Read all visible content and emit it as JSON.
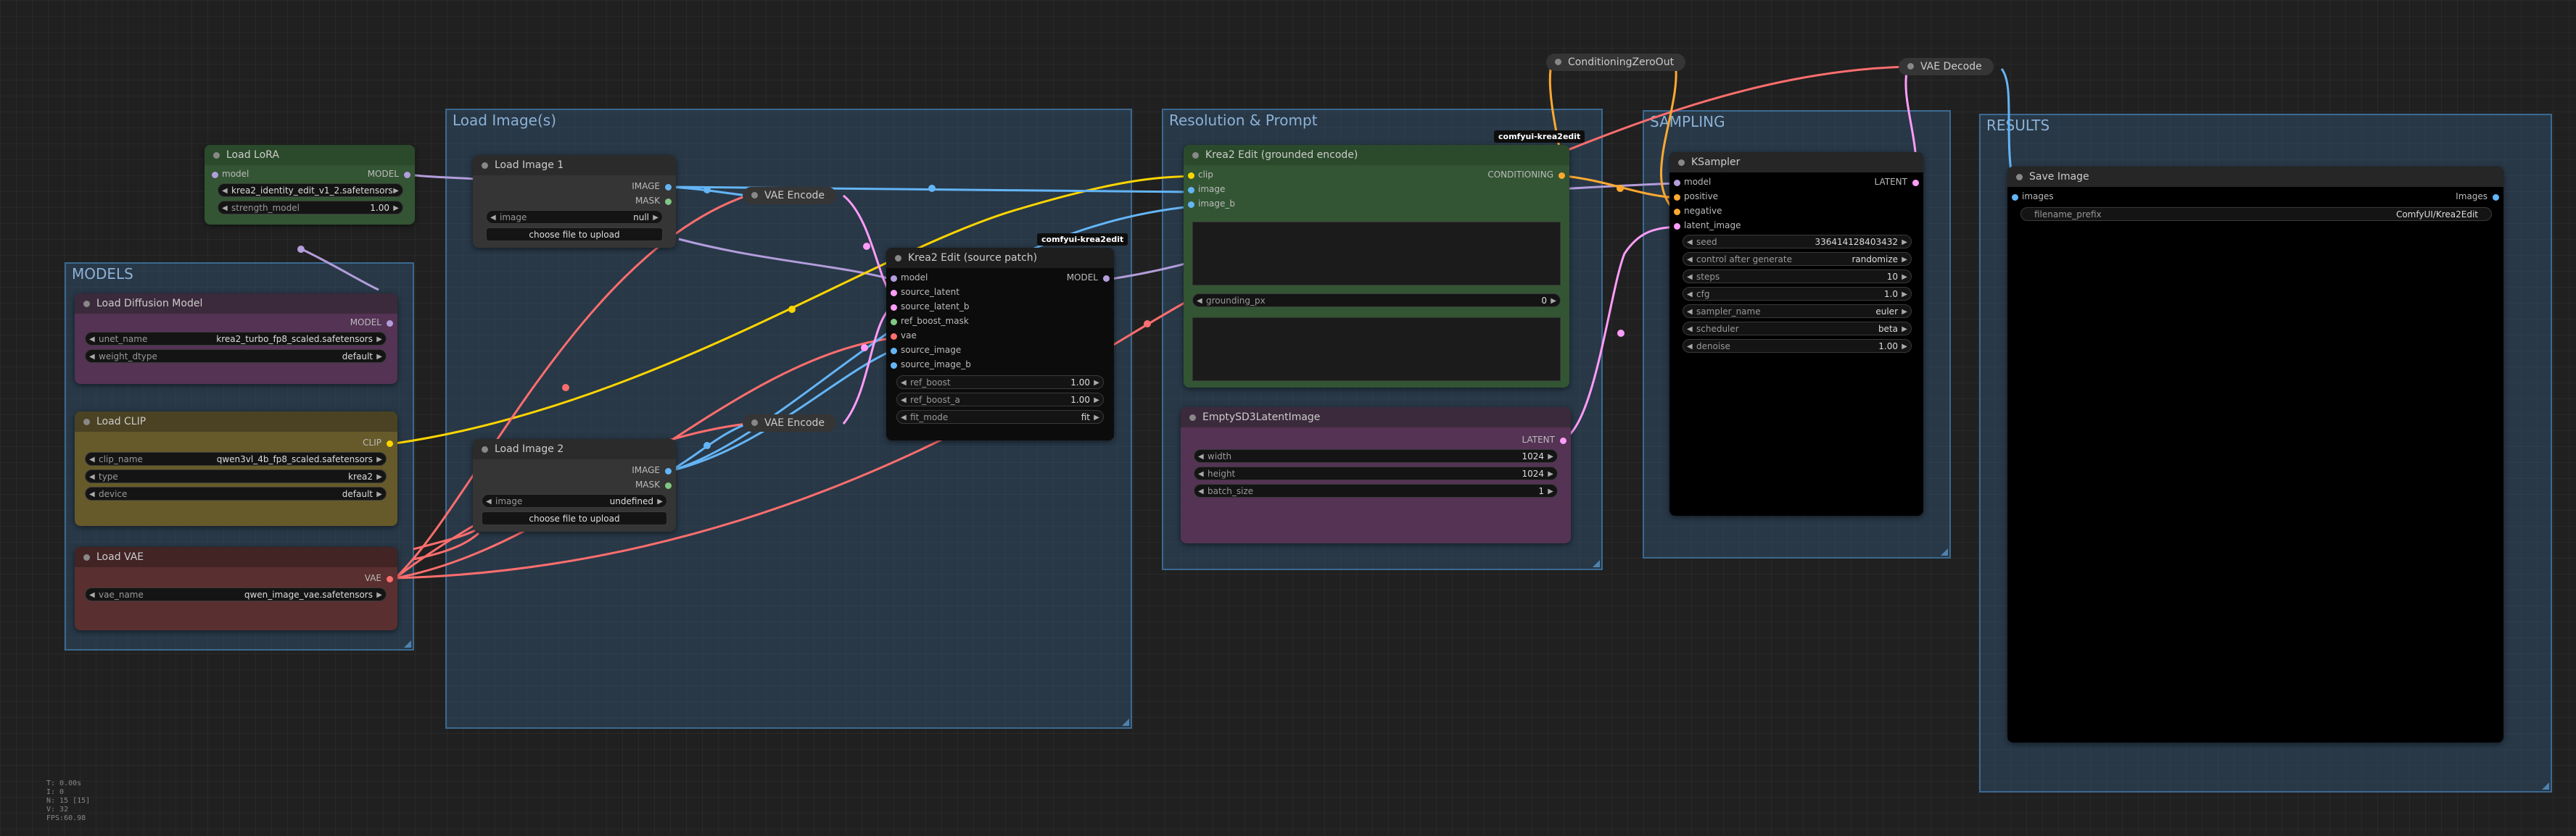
{
  "colors": {
    "model": "#b39ddb",
    "clip": "#ffd500",
    "vae": "#ff6e6e",
    "image": "#64b5f6",
    "latent": "#ff9cf9",
    "conditioning": "#ffa931",
    "mask": "#81c784"
  },
  "groups": {
    "models": "MODELS",
    "load_images": "Load Image(s)",
    "resolution": "Resolution & Prompt",
    "sampling": "SAMPLING",
    "results": "RESULTS"
  },
  "nodes": {
    "load_lora": {
      "title": "Load LoRA",
      "in_model": "model",
      "out_model": "MODEL",
      "lora_name": "krea2_identity_edit_v1_2.safetensors",
      "strength_label": "strength_model",
      "strength_value": "1.00"
    },
    "load_diffusion": {
      "title": "Load Diffusion Model",
      "out_model": "MODEL",
      "unet_label": "unet_name",
      "unet_value": "krea2_turbo_fp8_scaled.safetensors",
      "dtype_label": "weight_dtype",
      "dtype_value": "default"
    },
    "load_clip": {
      "title": "Load CLIP",
      "out_clip": "CLIP",
      "clip_label": "clip_name",
      "clip_value": "qwen3vl_4b_fp8_scaled.safetensors",
      "type_label": "type",
      "type_value": "krea2",
      "device_label": "device",
      "device_value": "default"
    },
    "load_vae": {
      "title": "Load VAE",
      "out_vae": "VAE",
      "vae_label": "vae_name",
      "vae_value": "qwen_image_vae.safetensors"
    },
    "load_image_1": {
      "title": "Load Image 1",
      "out_image": "IMAGE",
      "out_mask": "MASK",
      "image_label": "image",
      "image_value": "null",
      "upload": "choose file to upload"
    },
    "load_image_2": {
      "title": "Load Image 2",
      "out_image": "IMAGE",
      "out_mask": "MASK",
      "image_label": "image",
      "image_value": "undefined",
      "upload": "choose file to upload"
    },
    "vae_encode_1": {
      "title": "VAE Encode"
    },
    "vae_encode_2": {
      "title": "VAE Encode"
    },
    "source_patch": {
      "title": "Krea2 Edit (source patch)",
      "badge": "comfyui-krea2edit",
      "inputs": [
        "model",
        "source_latent",
        "source_latent_b",
        "ref_boost_mask",
        "vae",
        "source_image",
        "source_image_b"
      ],
      "out_model": "MODEL",
      "ref_boost_label": "ref_boost",
      "ref_boost_value": "1.00",
      "ref_boost_a_label": "ref_boost_a",
      "ref_boost_a_value": "1.00",
      "fit_mode_label": "fit_mode",
      "fit_mode_value": "fit"
    },
    "grounded_encode": {
      "title": "Krea2 Edit (grounded encode)",
      "badge": "comfyui-krea2edit",
      "inputs": [
        "clip",
        "image",
        "image_b"
      ],
      "out_cond": "CONDITIONING",
      "grounding_label": "grounding_px",
      "grounding_value": "0"
    },
    "empty_latent": {
      "title": "EmptySD3LatentImage",
      "out_latent": "LATENT",
      "width_label": "width",
      "width_value": "1024",
      "height_label": "height",
      "height_value": "1024",
      "batch_label": "batch_size",
      "batch_value": "1"
    },
    "cond_zero": {
      "title": "ConditioningZeroOut"
    },
    "vae_decode": {
      "title": "VAE Decode"
    },
    "ksampler": {
      "title": "KSampler",
      "inputs": [
        "model",
        "positive",
        "negative",
        "latent_image"
      ],
      "out_latent": "LATENT",
      "widgets": [
        {
          "label": "seed",
          "value": "336414128403432"
        },
        {
          "label": "control after generate",
          "value": "randomize"
        },
        {
          "label": "steps",
          "value": "10"
        },
        {
          "label": "cfg",
          "value": "1.0"
        },
        {
          "label": "sampler_name",
          "value": "euler"
        },
        {
          "label": "scheduler",
          "value": "beta"
        },
        {
          "label": "denoise",
          "value": "1.00"
        }
      ]
    },
    "save_image": {
      "title": "Save Image",
      "in_images": "images",
      "out_images": "Images",
      "prefix_label": "filename_prefix",
      "prefix_value": "ComfyUI/Krea2Edit"
    }
  },
  "stats": [
    "T: 0.00s",
    "I: 0",
    "N: 15 [15]",
    "V: 32",
    "FPS:60.98"
  ]
}
